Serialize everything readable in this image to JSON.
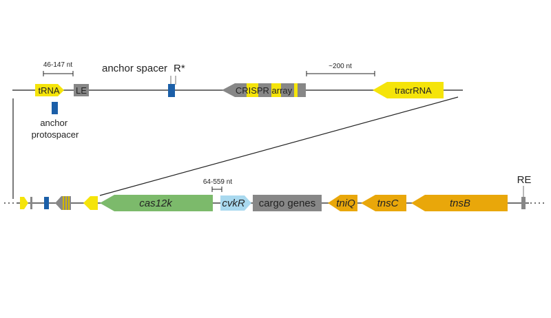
{
  "colors": {
    "backbone": "#707070",
    "trna_yellow": "#f5e40a",
    "gray_block": "#878787",
    "anchor_blue": "#1b5fa8",
    "cas12k_green": "#7cba6b",
    "cvkr_blue": "#a9d9ef",
    "tns_orange": "#e9a70a",
    "stripe_gold": "#d4b800"
  },
  "top_locus": {
    "scale_trna_le": "46-147 nt",
    "trna": "tRNA",
    "le": "LE",
    "anchor_protospacer": [
      "anchor",
      "protospacer"
    ],
    "anchor_spacer": "anchor spacer",
    "r_star": "R*",
    "crispr_array": "CRISPR array",
    "scale_200": "~200 nt",
    "tracrrna": "tracrRNA"
  },
  "bottom_locus": {
    "cas12k": "cas12k",
    "scale_cvkr": "64-559 nt",
    "cvkr": "cvkR",
    "cargo": "cargo genes",
    "tniq": "tniQ",
    "tnsc": "tnsC",
    "tnsb": "tnsB",
    "re": "RE"
  }
}
